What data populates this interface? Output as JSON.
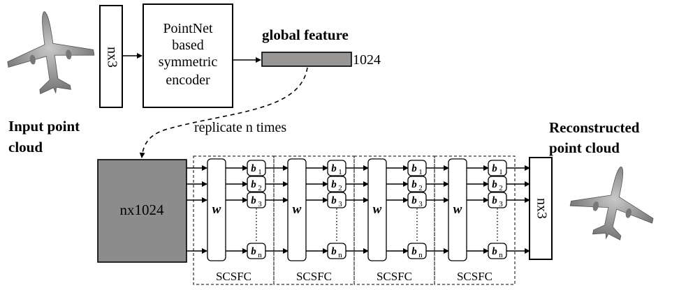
{
  "input": {
    "label_line1": "Input point",
    "label_line2": "cloud"
  },
  "encoder_input_box": "nx3",
  "encoder": {
    "line1": "PointNet",
    "line2": "based",
    "line3": "symmetric",
    "line4": "encoder"
  },
  "global_feature": {
    "title": "global feature",
    "dim": "1024"
  },
  "replicate_label": "replicate n times",
  "replicated_matrix": "nx1024",
  "output_box": "nx3",
  "output": {
    "label_line1": "Reconstructed",
    "label_line2": "point cloud"
  },
  "scsfc_blocks": [
    {
      "label": "SCSFC",
      "weight": "w"
    },
    {
      "label": "SCSFC",
      "weight": "w"
    },
    {
      "label": "SCSFC",
      "weight": "w"
    },
    {
      "label": "SCSFC",
      "weight": "w"
    }
  ],
  "bias": {
    "symbol": "b",
    "subscripts": [
      "1",
      "2",
      "3",
      "n"
    ]
  },
  "colors": {
    "feature_bar": "#999696",
    "matrix_fill": "#8c8c8c",
    "airplane": "#8a8a8a"
  }
}
